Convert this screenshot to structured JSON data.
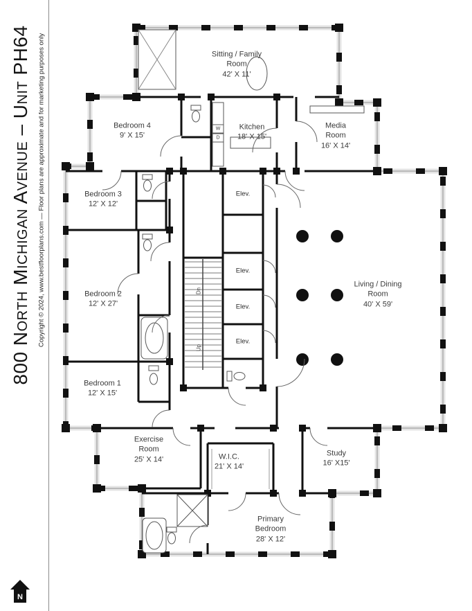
{
  "sidebar": {
    "title": "800 North Michigan Avenue – Unit PH64",
    "copyright": "Copyright © 2024, www.bestfloorplans.com — Floor plans are approximate and for marketing purposes only"
  },
  "compass": {
    "north_label": "N",
    "icon": "house-north-icon"
  },
  "rooms": {
    "sitting_family": {
      "name": "Sitting / Family\nRoom",
      "dims": "42' X 11'"
    },
    "bedroom_4": {
      "name": "Bedroom 4",
      "dims": "9' X 15'"
    },
    "kitchen": {
      "name": "Kitchen",
      "dims": "18' X 15'"
    },
    "media_room": {
      "name": "Media\nRoom",
      "dims": "16' X 14'"
    },
    "bedroom_3": {
      "name": "Bedroom 3",
      "dims": "12' X 12'"
    },
    "bedroom_2": {
      "name": "Bedroom 2",
      "dims": "12' X 27'"
    },
    "bedroom_1": {
      "name": "Bedroom 1",
      "dims": "12' X 15'"
    },
    "living_dining": {
      "name": "Living / Dining\nRoom",
      "dims": "40' X 59'"
    },
    "exercise_room": {
      "name": "Exercise\nRoom",
      "dims": "25' X 14'"
    },
    "wic": {
      "name": "W.I.C.",
      "dims": "21' X 14'"
    },
    "study": {
      "name": "Study",
      "dims": "16' X15'"
    },
    "primary_bedroom": {
      "name": "Primary\nBedroom",
      "dims": "28' X 12'"
    }
  },
  "core_labels": {
    "elev_1": "Elev.",
    "elev_2": "Elev.",
    "elev_3": "Elev.",
    "elev_4": "Elev.",
    "stairs_up": "Up",
    "stairs_dn": "Dn",
    "washer": "W",
    "dryer": "D"
  }
}
